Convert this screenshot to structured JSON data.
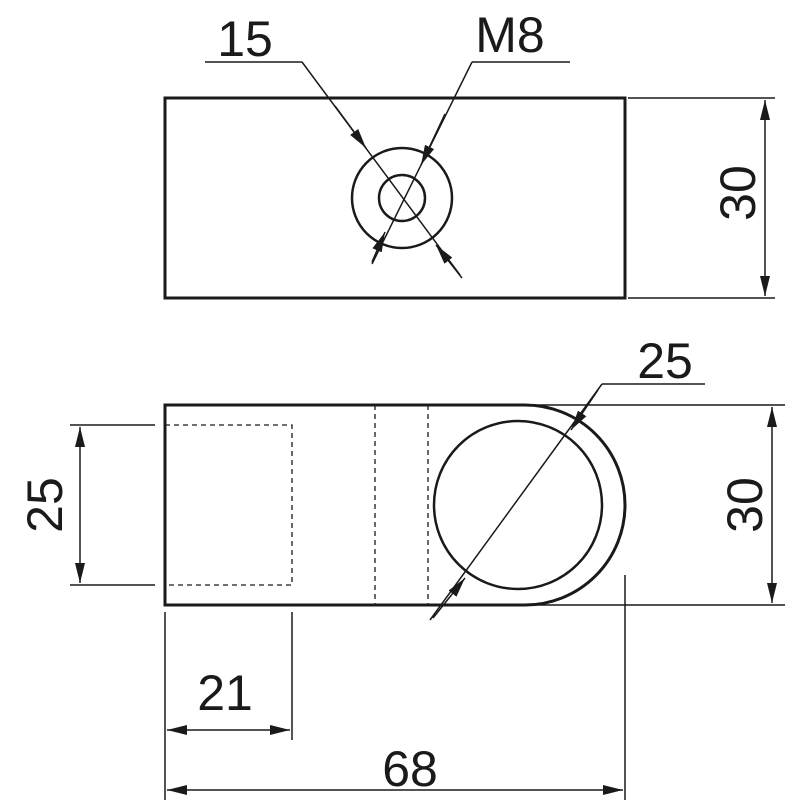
{
  "views": {
    "top": {
      "dimensions": {
        "counterbore_diameter": "15",
        "thread": "M8",
        "height": "30"
      }
    },
    "front": {
      "dimensions": {
        "pipe_diameter": "25",
        "height": "30",
        "slot_height": "25",
        "slot_length": "21",
        "overall_length": "68"
      }
    }
  },
  "colors": {
    "line": "#1a1a1a",
    "background": "#ffffff"
  }
}
